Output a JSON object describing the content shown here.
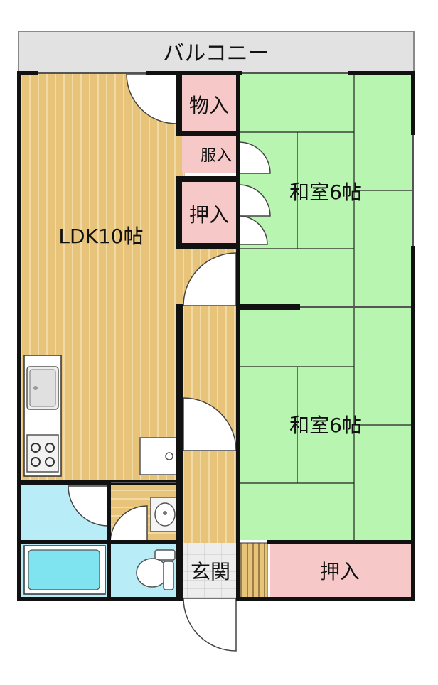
{
  "balcony": {
    "label": "バルコニー"
  },
  "rooms": {
    "ldk": {
      "label": "LDK10帖"
    },
    "washitsu_upper": {
      "label": "和室6帖"
    },
    "washitsu_lower": {
      "label": "和室6帖"
    },
    "monoire": {
      "label": "物入"
    },
    "fukuire": {
      "label": "服入"
    },
    "oshiire_upper": {
      "label": "押入"
    },
    "oshiire_lower": {
      "label": "押入"
    },
    "genkan": {
      "label": "玄関"
    }
  },
  "colors": {
    "floor_wood": "#E8C37A",
    "floor_wood_line": "#F6E2B3",
    "tatami": "#B8F5B0",
    "storage": "#F6C8C8",
    "wet_area": "#B8ECF6",
    "genkan_tile": "#EDEDED",
    "balcony": "#E2E2E2",
    "wall": "#111111"
  },
  "icons": [
    "sink-icon",
    "stove-icon",
    "bathtub-icon",
    "toilet-icon",
    "washbasin-icon",
    "washer-pan-icon"
  ]
}
